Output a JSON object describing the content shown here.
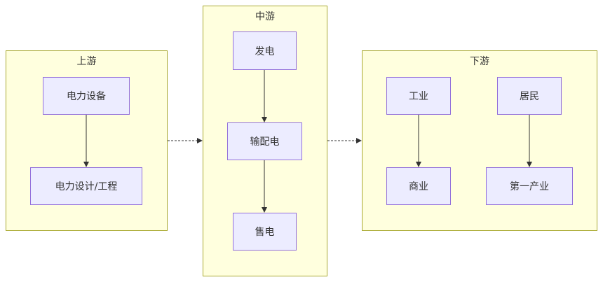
{
  "clusters": {
    "upstream": {
      "title": "上游",
      "nodes": {
        "equipment": "电力设备",
        "design": "电力设计/工程"
      }
    },
    "midstream": {
      "title": "中游",
      "nodes": {
        "generation": "发电",
        "transmission": "输配电",
        "retail": "售电"
      }
    },
    "downstream": {
      "title": "下游",
      "nodes": {
        "industry": "工业",
        "commerce": "商业",
        "residents": "居民",
        "primary": "第一产业"
      }
    }
  },
  "edges": [
    {
      "from": "电力设备",
      "to": "电力设计/工程"
    },
    {
      "from": "发电",
      "to": "输配电"
    },
    {
      "from": "输配电",
      "to": "售电"
    },
    {
      "from": "工业",
      "to": "商业"
    },
    {
      "from": "居民",
      "to": "第一产业"
    },
    {
      "from": "上游",
      "to": "中游"
    },
    {
      "from": "中游",
      "to": "下游"
    }
  ],
  "colors": {
    "cluster_fill": "#ffffde",
    "cluster_border": "#aaaa33",
    "node_fill": "#ececff",
    "node_border": "#9370db",
    "edge": "#333333"
  }
}
